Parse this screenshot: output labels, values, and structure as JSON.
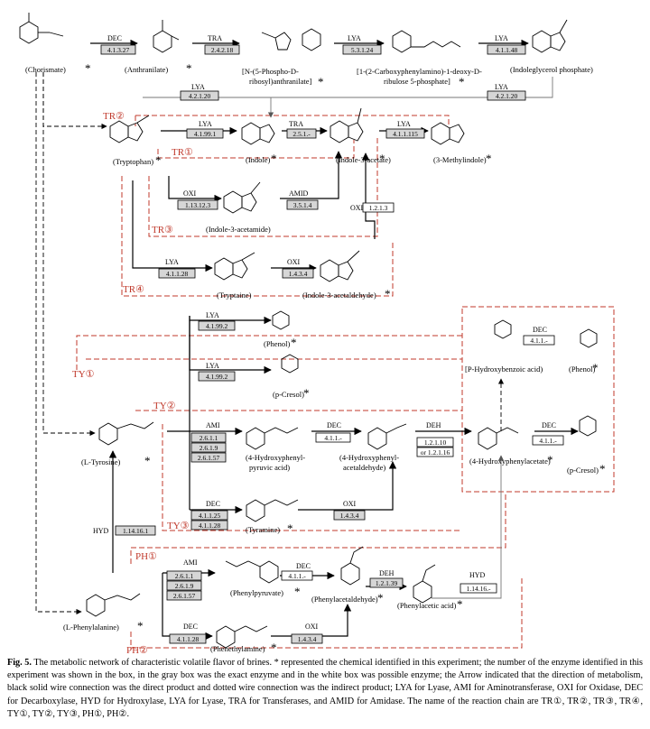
{
  "enzyme_classes": [
    "DEC",
    "TRA",
    "LYA",
    "OXI",
    "AMID",
    "AMI",
    "DEH",
    "HYD"
  ],
  "ec_numbers": {
    "e1": "4.1.3.27",
    "e2": "2.4.2.18",
    "e3": "5.3.1.24",
    "e4": "4.1.1.48",
    "e5": "4.2.1.20",
    "e6": "4.2.1.20",
    "e7": "4.1.99.1",
    "e8": "2.5.1.-",
    "e9": "4.1.1.115",
    "e10": "1.13.12.3",
    "e11": "3.5.1.4",
    "e12": "1.2.1.3",
    "e13": "4.1.1.28",
    "e14": "1.4.3.4",
    "e15": "4.1.99.2",
    "e16": "4.1.99.2",
    "e17": "2.6.1.1",
    "e18": "2.6.1.9",
    "e19": "2.6.1.57",
    "e20": "4.1.1.-",
    "e21": "1.2.1.10",
    "e22": "or 1.2.1.16",
    "e23": "4.1.1.-",
    "e24": "4.1.1.-",
    "e25": "4.1.1.25",
    "e26": "4.1.1.28",
    "e27": "1.4.3.4",
    "e28": "1.14.16.1",
    "e29": "2.6.1.1",
    "e30": "2.6.1.9",
    "e31": "2.6.1.57",
    "e32": "4.1.1.-",
    "e33": "1.2.1.39",
    "e34": "1.14.16.-",
    "e35": "4.1.1.28",
    "e36": "1.4.3.4"
  },
  "compounds": {
    "chorismate": "(Chorismate)",
    "anthranilate": "(Anthranilate)",
    "prpa1": "[N-(5-Phospho-D-",
    "prpa2": "ribosyl)anthranilate]",
    "cdrp1": "[1-(2-Carboxyphenylamino)-1-deoxy-D-",
    "cdrp2": "ribulose 5-phosphate]",
    "igp": "(Indoleglycerol phosphate)",
    "tryptophan": "(Tryptophan)",
    "indole": "(Indole)",
    "iaa": "(Indole-3-acetate)",
    "skatole": "(3-Methylindole)",
    "iam": "(Indole-3-acetamide)",
    "tryptamine": "(Tryptaine)",
    "iald": "(Indole-3-acetaldehyde)",
    "phenol1": "(Phenol)",
    "pcresol1": "(p-Cresol)",
    "phba": "[P-Hydroxybenzoic acid)",
    "phenol2": "(Phenol)",
    "tyrosine": "(L-Tyrosine)",
    "hppa1": "(4-Hydroxyphenyl-",
    "hppa2": "pyruvic acid)",
    "hpald1": "(4-Hydroxyphenyl-",
    "hpald2": "acetaldehyde)",
    "hpacet": "(4-Hydroxyphenylacetate)",
    "pcresol2": "(p-Cresol)",
    "tyramine": "(Tyramine)",
    "phenylalanine": "(L-Phenylalanine)",
    "phpyr": "(Phenylpyruvate)",
    "phald": "(Phenylacetaldehyde)",
    "phacid": "(Phenylacetic acid)",
    "phethyl": "(Phenethylamine)"
  },
  "chains": {
    "tr1": "TR①",
    "tr2": "TR②",
    "tr3": "TR③",
    "tr4": "TR④",
    "ty1": "TY①",
    "ty2": "TY②",
    "ty3": "TY③",
    "ph1": "PH①",
    "ph2": "PH②"
  },
  "star": "*",
  "caption": {
    "label": "Fig. 5.",
    "text": "The metabolic network of characteristic volatile flavor of brines. * represented the chemical identified in this experiment; the number of the enzyme identified in this experiment was shown in the box, in the gray box was the exact enzyme and in the white box was possible enzyme; the Arrow indicated that the direction of metabolism, black solid wire connection was the direct product and dotted wire connection was the indirect product; LYA for Lyase, AMI for Aminotransferase, OXI for Oxidase, DEC for Decarboxylase, HYD for Hydroxylase, LYA for Lyase, TRA for Transferases, and AMID for Amidase. The name of the reaction chain are TR①, TR②, TR③, TR④, TY①, TY②, TY③, PH①, PH②."
  }
}
